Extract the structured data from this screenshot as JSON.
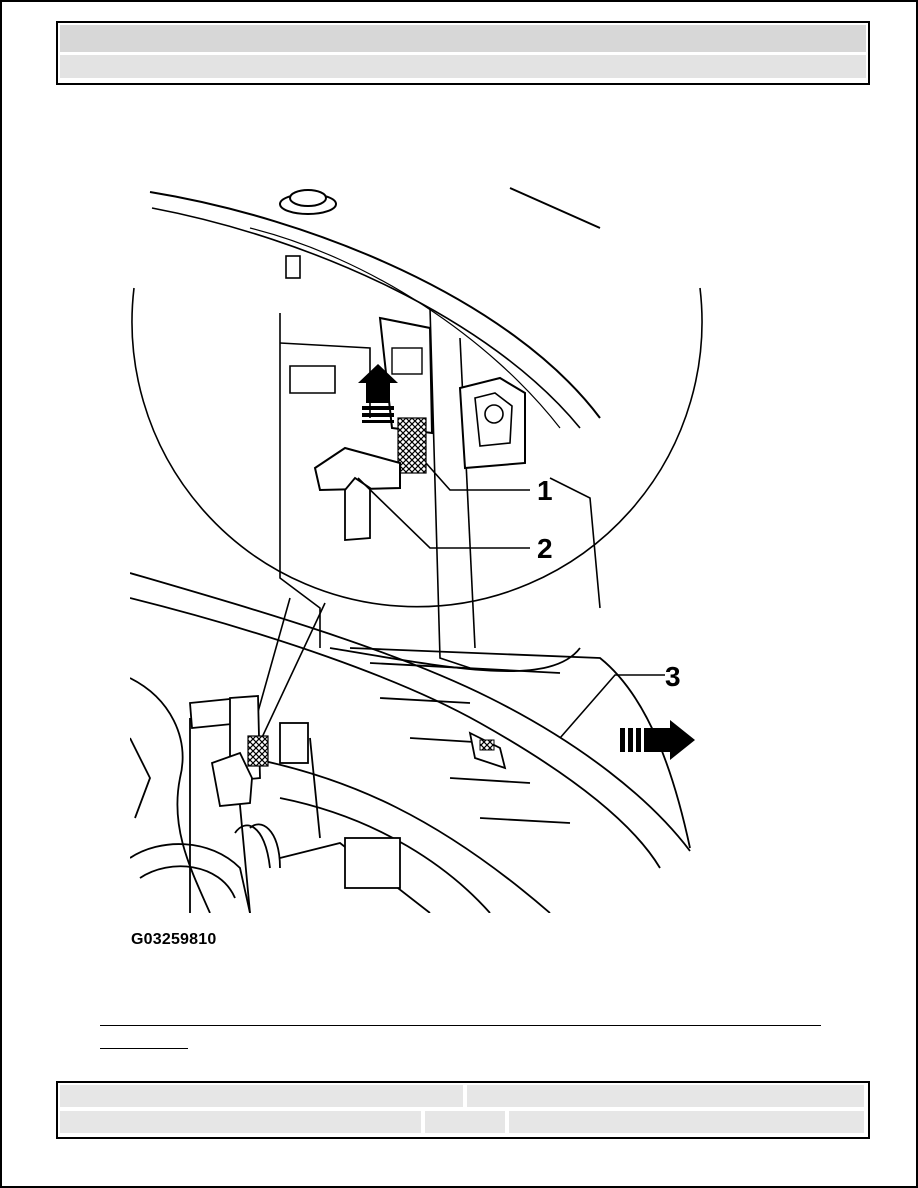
{
  "figure": {
    "id": "G03259810",
    "callouts": [
      "1",
      "2",
      "3"
    ],
    "direction": "arrow-right"
  }
}
